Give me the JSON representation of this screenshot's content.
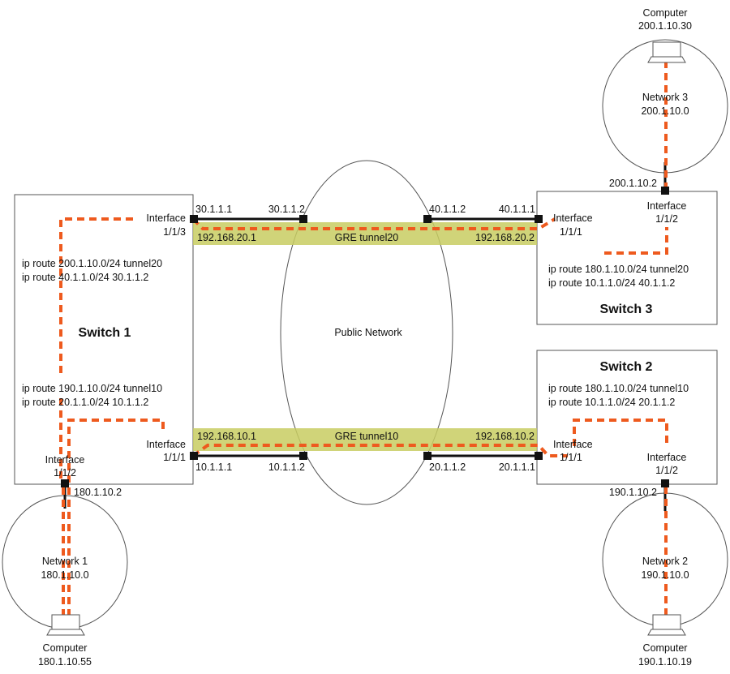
{
  "public_network": "Public Network",
  "switch1": {
    "title": "Switch 1",
    "routes_top": [
      "ip route 200.1.10.0/24 tunnel20",
      "ip route 40.1.1.0/24 30.1.1.2"
    ],
    "routes_bottom": [
      "ip route 190.1.10.0/24 tunnel10",
      "ip route 20.1.1.0/24 10.1.1.2"
    ],
    "iface_113": [
      "Interface",
      "1/1/3"
    ],
    "iface_111": [
      "Interface",
      "1/1/1"
    ],
    "iface_112": [
      "Interface",
      "1/1/2"
    ],
    "host_ip": "180.1.10.2"
  },
  "switch2": {
    "title": "Switch 2",
    "routes": [
      "ip route 180.1.10.0/24 tunnel10",
      "ip route 10.1.1.0/24 20.1.1.2"
    ],
    "iface_111": [
      "Interface",
      "1/1/1"
    ],
    "iface_112": [
      "Interface",
      "1/1/2"
    ],
    "host_ip": "190.1.10.2"
  },
  "switch3": {
    "title": "Switch 3",
    "routes": [
      "ip route 180.1.10.0/24 tunnel20",
      "ip route 10.1.1.0/24 40.1.1.2"
    ],
    "iface_111": [
      "Interface",
      "1/1/1"
    ],
    "iface_112": [
      "Interface",
      "1/1/2"
    ],
    "host_ip": "200.1.10.2"
  },
  "tunnel20": {
    "name": "GRE tunnel20",
    "left_ip": "192.168.20.1",
    "right_ip": "192.168.20.2"
  },
  "tunnel10": {
    "name": "GRE tunnel10",
    "left_ip": "192.168.10.1",
    "right_ip": "192.168.10.2"
  },
  "links": {
    "top_left_a": "30.1.1.1",
    "top_left_b": "30.1.1.2",
    "top_right_a": "40.1.1.2",
    "top_right_b": "40.1.1.1",
    "bottom_left_a": "10.1.1.1",
    "bottom_left_b": "10.1.1.2",
    "bottom_right_a": "20.1.1.2",
    "bottom_right_b": "20.1.1.1"
  },
  "network1": {
    "name": "Network 1",
    "subnet": "180.1.10.0"
  },
  "network2": {
    "name": "Network 2",
    "subnet": "190.1.10.0"
  },
  "network3": {
    "name": "Network 3",
    "subnet": "200.1.10.0"
  },
  "computer1": {
    "label": "Computer",
    "ip": "180.1.10.55"
  },
  "computer2": {
    "label": "Computer",
    "ip": "190.1.10.19"
  },
  "computer3": {
    "label": "Computer",
    "ip": "200.1.10.30"
  }
}
